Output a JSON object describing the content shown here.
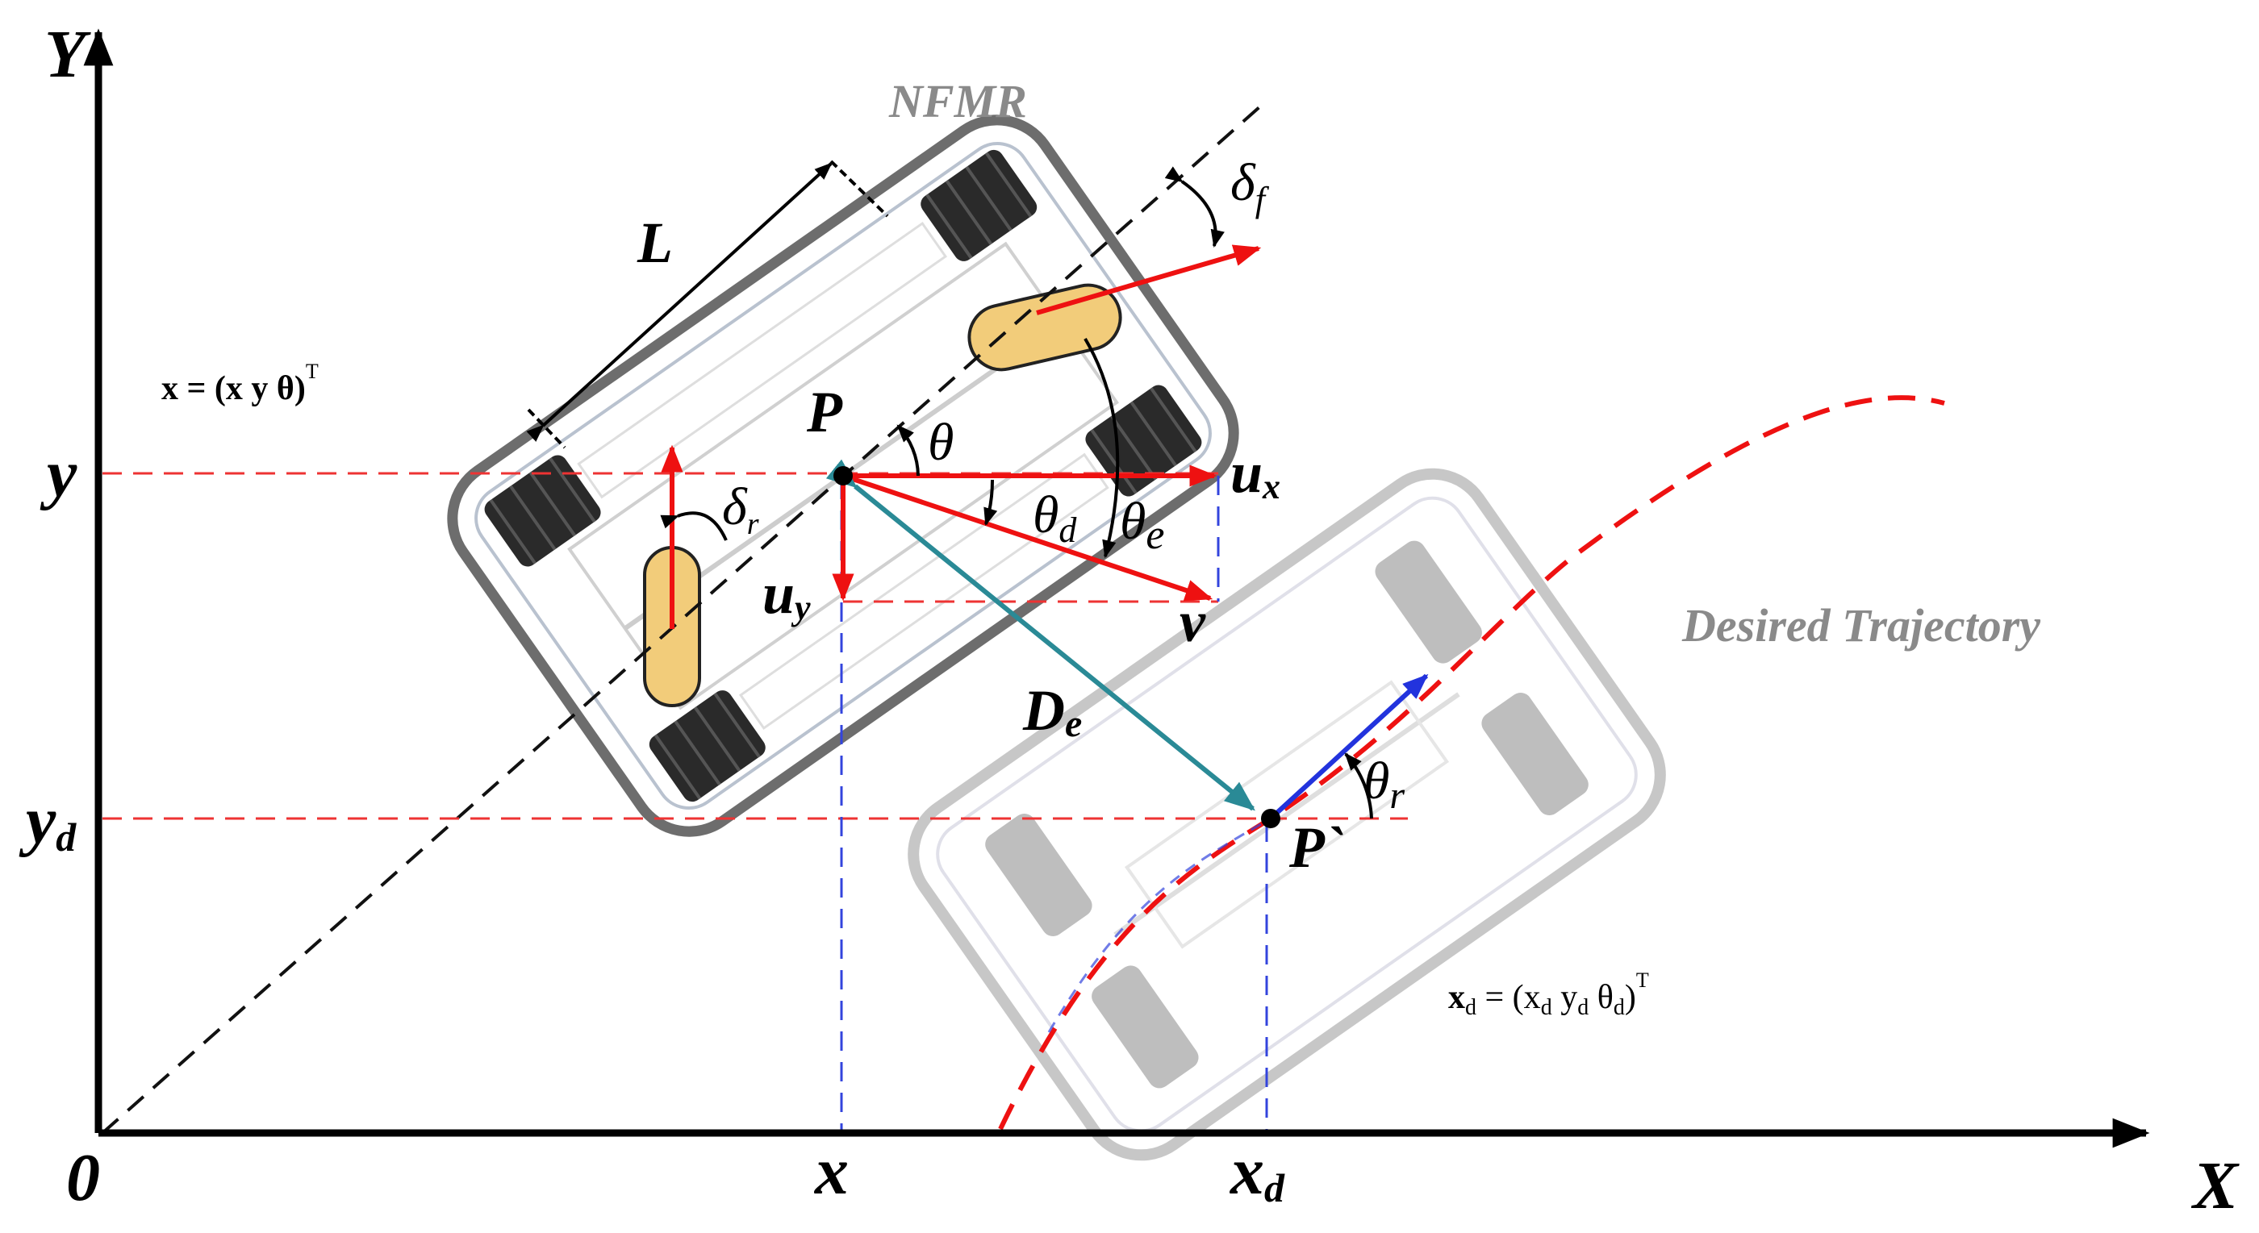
{
  "axes": {
    "x_axis_label": "X",
    "y_axis_label": "Y",
    "origin_label": "0"
  },
  "ticks": {
    "x_label": "x",
    "xd_label": "x",
    "xd_sub": "d",
    "y_label": "y",
    "yd_label": "y",
    "yd_sub": "d"
  },
  "robot": {
    "name": "NFMR",
    "length_label": "L",
    "point_label": "P",
    "front_steer_label": "δ",
    "front_steer_sub": "f",
    "rear_steer_label": "δ",
    "rear_steer_sub": "r"
  },
  "vectors": {
    "ux_label": "u",
    "ux_sub": "x",
    "uy_label": "u",
    "uy_sub": "y",
    "v_label": "v",
    "de_label": "D",
    "de_sub": "e"
  },
  "angles": {
    "theta": "θ",
    "theta_d": "θ",
    "theta_d_sub": "d",
    "theta_e": "θ",
    "theta_e_sub": "e",
    "theta_r": "θ",
    "theta_r_sub": "r"
  },
  "trajectory": {
    "label": "Desired Trajectory",
    "point_label": "P`"
  },
  "equations": {
    "state": "x = (x   y   θ)",
    "state_sup": "T",
    "desired": "x",
    "desired_sub": "d",
    "desired_rest": " = (x",
    "desired_x_sub": "d",
    "desired_y": "   y",
    "desired_y_sub": "d",
    "desired_theta": "   θ",
    "desired_theta_sub": "d",
    "desired_close": ")",
    "desired_sup": "T"
  },
  "colors": {
    "axis": "#000000",
    "red": "#ee1111",
    "blue_dash": "#3344dd",
    "teal": "#2a8a96",
    "wheel": "#2a2a2a",
    "caster": "#f2cc7a"
  }
}
